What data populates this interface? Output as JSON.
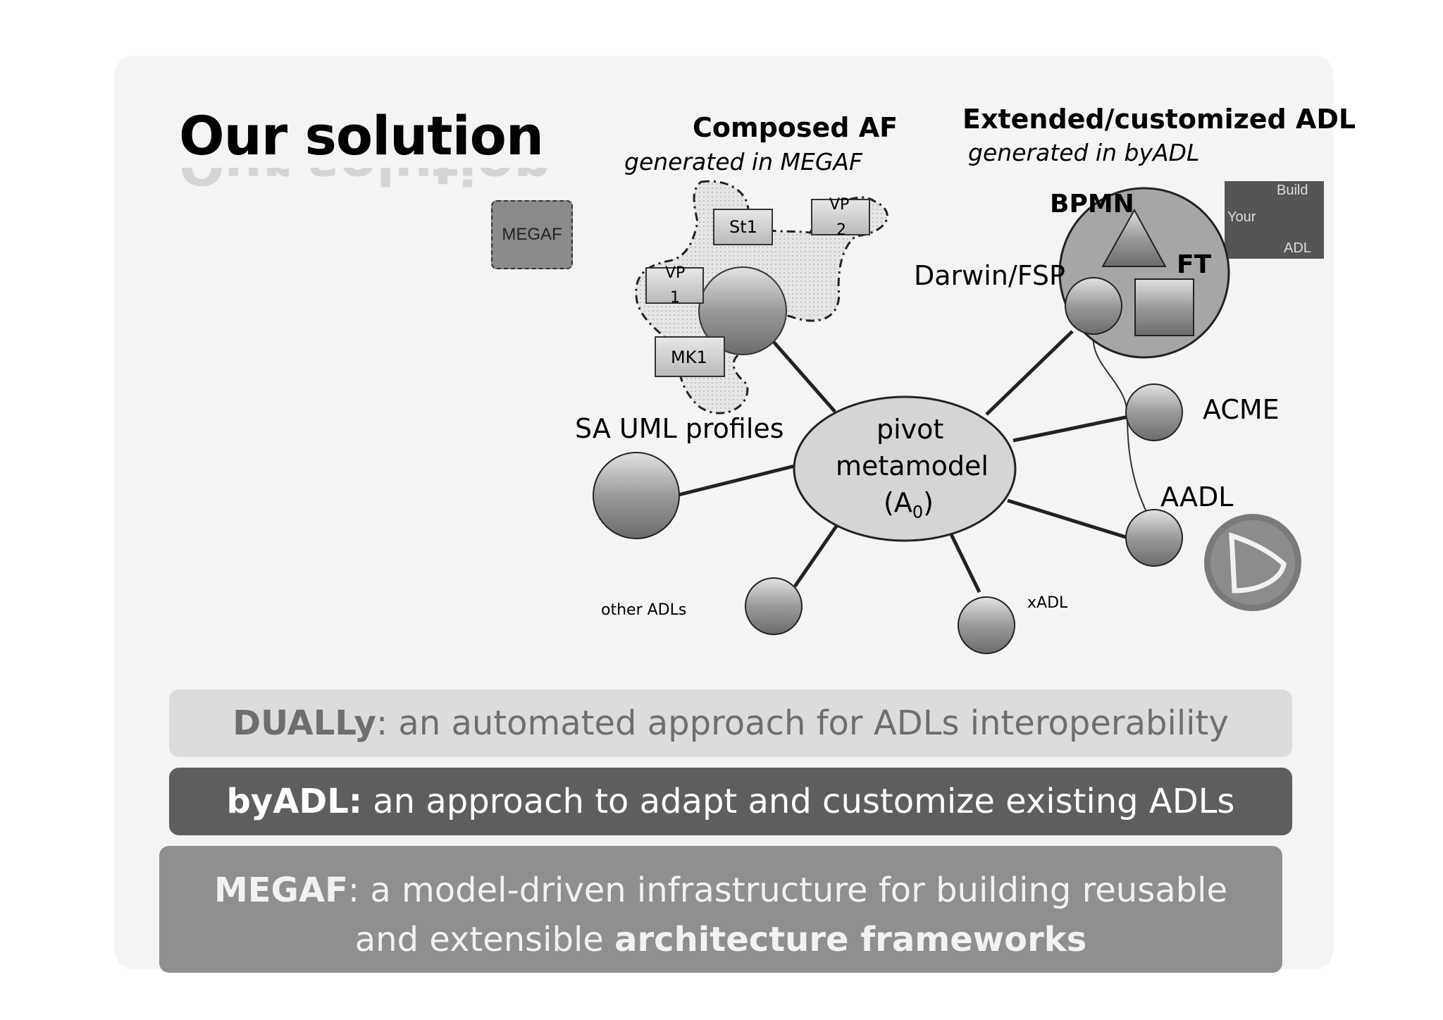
{
  "title": "Our solution",
  "composed_af": {
    "title": "Composed AF",
    "subtitle": "generated in MEGAF"
  },
  "extended_adl": {
    "title": "Extended/customized ADL",
    "subtitle": "generated in byADL"
  },
  "logos": {
    "megaf": "MEGAF",
    "byadl": {
      "line1": "Build",
      "line2": "Your",
      "line3": "ADL"
    }
  },
  "boxes": {
    "st1": "St1",
    "vp2_a": "VP",
    "vp2_b": "2",
    "vp1_a": "VP",
    "vp1_b": "1",
    "mk1": "MK1"
  },
  "pivot": {
    "line1": "pivot",
    "line2": "metamodel",
    "line3_main": "(A",
    "line3_sub": "0",
    "line3_end": ")"
  },
  "nodes": {
    "sa_uml": "SA UML profiles",
    "darwin": "Darwin/FSP",
    "bpmn": "BPMN",
    "ft": "FT",
    "acme": "ACME",
    "aadl": "AADL",
    "other_adls": "other ADLs",
    "xadl": "xADL"
  },
  "bands": {
    "dually_bold": "DUALLy",
    "dually_rest": ": an automated approach for ADLs interoperability",
    "byadl_bold": "byADL:",
    "byadl_rest": " an approach to adapt and customize existing ADLs",
    "megaf_bold": "MEGAF",
    "megaf_rest1": ": a model-driven infrastructure for building reusable",
    "megaf_rest2": "and extensible ",
    "megaf_bold2": "architecture frameworks"
  }
}
